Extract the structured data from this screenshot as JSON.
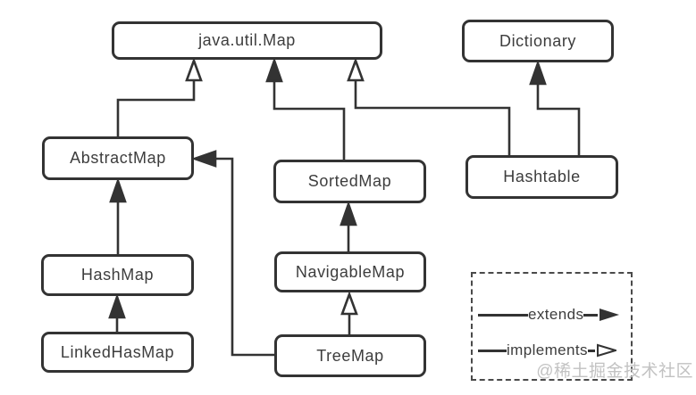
{
  "diagram": {
    "nodes": [
      {
        "id": "java-util-map",
        "label": "java.util.Map"
      },
      {
        "id": "dictionary",
        "label": "Dictionary"
      },
      {
        "id": "abstract-map",
        "label": "AbstractMap"
      },
      {
        "id": "sorted-map",
        "label": "SortedMap"
      },
      {
        "id": "hashtable",
        "label": "Hashtable"
      },
      {
        "id": "hash-map",
        "label": "HashMap"
      },
      {
        "id": "navigable-map",
        "label": "NavigableMap"
      },
      {
        "id": "linked-has-map",
        "label": "LinkedHasMap"
      },
      {
        "id": "tree-map",
        "label": "TreeMap"
      }
    ],
    "edges": [
      {
        "from": "AbstractMap",
        "to": "java.util.Map",
        "relation": "implements"
      },
      {
        "from": "SortedMap",
        "to": "java.util.Map",
        "relation": "extends"
      },
      {
        "from": "Hashtable",
        "to": "java.util.Map",
        "relation": "implements"
      },
      {
        "from": "Hashtable",
        "to": "Dictionary",
        "relation": "extends"
      },
      {
        "from": "HashMap",
        "to": "AbstractMap",
        "relation": "extends"
      },
      {
        "from": "LinkedHasMap",
        "to": "HashMap",
        "relation": "extends"
      },
      {
        "from": "NavigableMap",
        "to": "SortedMap",
        "relation": "extends"
      },
      {
        "from": "TreeMap",
        "to": "NavigableMap",
        "relation": "implements"
      },
      {
        "from": "TreeMap",
        "to": "AbstractMap",
        "relation": "extends"
      }
    ]
  },
  "legend": {
    "extends_label": "extends",
    "implements_label": "implements"
  },
  "watermark": {
    "text": "@稀土掘金技术社区"
  },
  "colors": {
    "stroke": "#333333",
    "background": "#ffffff",
    "watermark_text": "#c2c2c2"
  }
}
